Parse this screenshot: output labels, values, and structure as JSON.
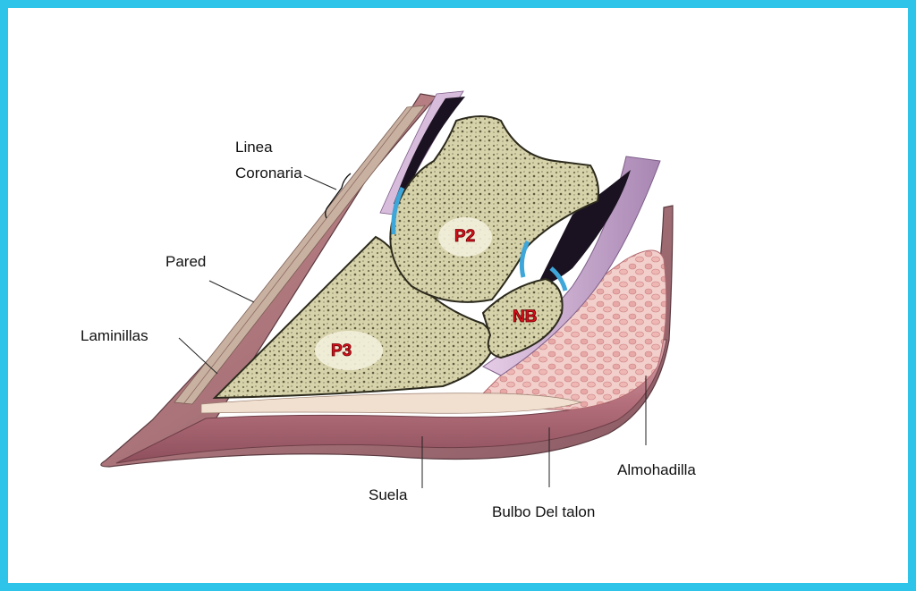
{
  "colors": {
    "frame": "#2ec4ea",
    "bone": "#d4d0a8",
    "bone_dark": "#7d7758",
    "horn": "#a8707a",
    "sole": "#b8737c",
    "cushion": "#f0c8c6",
    "tendon": "#c9a8cf",
    "joint": "#3ea6d8",
    "bone_label": "#d8101a"
  },
  "bones": {
    "p2": "P2",
    "p3": "P3",
    "navicular": "NB"
  },
  "labels": {
    "linea": "Linea",
    "coronaria": "Coronaria",
    "pared": "Pared",
    "laminillas": "Laminillas",
    "suela": "Suela",
    "bulbo": "Bulbo Del talon",
    "almohadilla": "Almohadilla"
  }
}
